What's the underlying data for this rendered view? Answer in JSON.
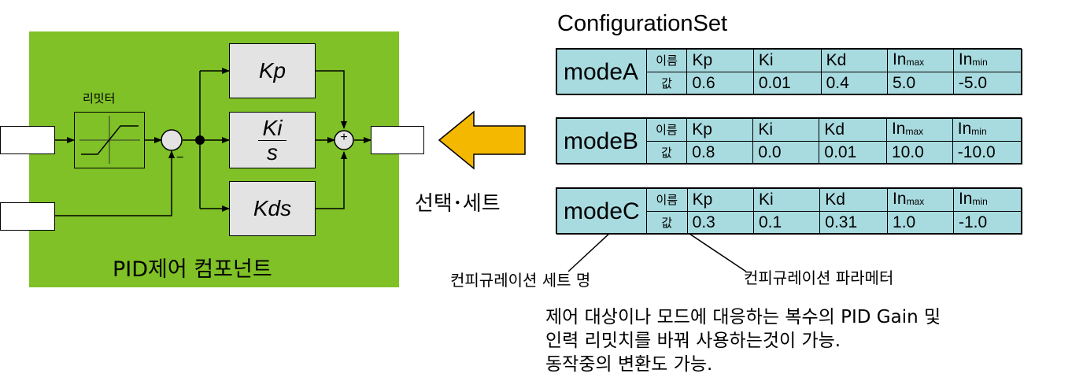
{
  "pid_component": {
    "title": "PID제어 컴포넌트",
    "limiter_label": "리밋터",
    "kp_label": "Kp",
    "ki_numerator": "Ki",
    "ki_denominator": "s",
    "kd_label": "Kds",
    "sum_sign": "+",
    "feedback_sign": "−"
  },
  "arrow_label": "선택･세트",
  "config_title": "ConfigurationSet",
  "table_row_labels": {
    "name": "이름",
    "value": "값"
  },
  "table_columns": [
    {
      "base": "Kp",
      "sub": ""
    },
    {
      "base": "Ki",
      "sub": ""
    },
    {
      "base": "Kd",
      "sub": ""
    },
    {
      "base": "In",
      "sub": "max"
    },
    {
      "base": "In",
      "sub": "min"
    }
  ],
  "modes": [
    {
      "name": "modeA",
      "values": [
        "0.6",
        "0.01",
        "0.4",
        "5.0",
        "-5.0"
      ]
    },
    {
      "name": "modeB",
      "values": [
        "0.8",
        "0.0",
        "0.01",
        "10.0",
        "-10.0"
      ]
    },
    {
      "name": "modeC",
      "values": [
        "0.3",
        "0.1",
        "0.31",
        "1.0",
        "-1.0"
      ]
    }
  ],
  "callouts": {
    "set_name": "컨피규레이션 세트 명",
    "parameter": "컨피규레이션 파라메터"
  },
  "description": [
    "제어 대상이나 모드에 대응하는 복수의 PID Gain 및",
    "인력 리밋치를 바꿔 사용하는것이 가능.",
    "동작중의 변환도 가능."
  ],
  "colors": {
    "component_bg": "#7fc126",
    "block_bg": "#e3e3e3",
    "table_bg": "#a8dbe0",
    "arrow_fill": "#f5b800"
  }
}
